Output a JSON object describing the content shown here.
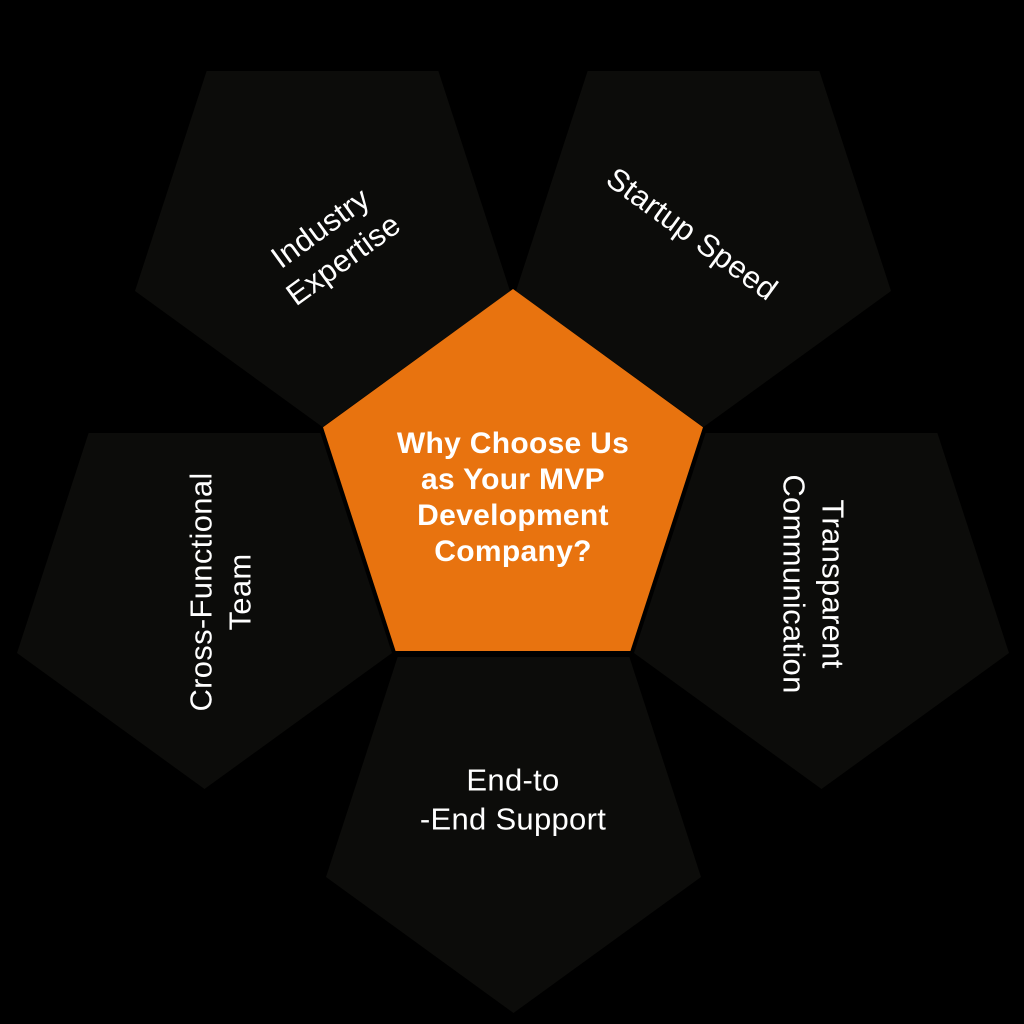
{
  "diagram": {
    "center": {
      "title": "Why Choose Us\nas Your MVP\nDevelopment\nCompany?"
    },
    "items": [
      {
        "id": "industry-expertise",
        "label": "Industry\nExpertise"
      },
      {
        "id": "startup-speed",
        "label": "Startup Speed"
      },
      {
        "id": "transparent-communication",
        "label": "Transparent\nCommunication"
      },
      {
        "id": "end-to-end-support",
        "label": "End-to\n-End Support"
      },
      {
        "id": "cross-functional-team",
        "label": "Cross-Functional\nTeam"
      }
    ],
    "colors": {
      "bg": "#000000",
      "petal": "#0C0C0A",
      "accent": "#E8730F",
      "text": "#FFFFFF"
    }
  }
}
